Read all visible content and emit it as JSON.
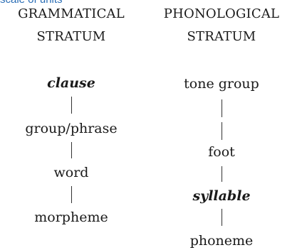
{
  "fragment": "scale of units",
  "grammatical": {
    "heading_line1": "GRAMMATICAL",
    "heading_line2": "STRATUM",
    "units": [
      {
        "label": "clause",
        "emphasis": true
      },
      {
        "label": "group/phrase",
        "emphasis": false
      },
      {
        "label": "word",
        "emphasis": false
      },
      {
        "label": "morpheme",
        "emphasis": false
      }
    ]
  },
  "phonological": {
    "heading_line1": "PHONOLOGICAL",
    "heading_line2": "STRATUM",
    "units": [
      {
        "label": "tone group",
        "emphasis": false
      },
      {
        "label": "foot",
        "emphasis": false
      },
      {
        "label": "syllable",
        "emphasis": true
      },
      {
        "label": "phoneme",
        "emphasis": false
      }
    ]
  }
}
